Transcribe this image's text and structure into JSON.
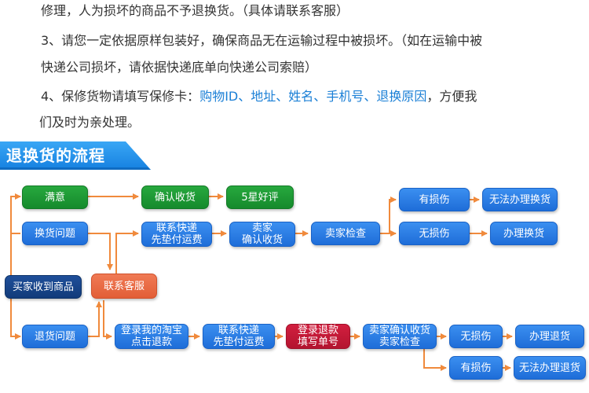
{
  "text": {
    "line1": "修理，人为损坏的商品不予退换货。（具体请联系客服）",
    "line2": "3、请您一定依据原样包装好，确保商品无在运输过程中被损坏。（如在运输中被",
    "line3": "快递公司损坏，请依据快递底单向快递公司索赔）",
    "line4_prefix": "4、保修货物请填写保修卡：",
    "line4_h1": "购物ID",
    "line4_sep1": "、",
    "line4_h2": "地址",
    "line4_sep2": "、",
    "line4_h3": "姓名",
    "line4_sep3": "、",
    "line4_h4": "手机号",
    "line4_sep4": "、",
    "line4_h5": "退换原因",
    "line4_suffix": "，方便我",
    "line5": "们及时为亲处理。"
  },
  "banner": {
    "title": "退换货的流程"
  },
  "nodes": {
    "satisfied": "满意",
    "confirm_receipt": "确认收货",
    "five_star": "5星好评",
    "has_damage_top": "有损伤",
    "cannot_exchange": "无法办理换货",
    "exchange_issue": "换货问题",
    "express_prepay_1": "联系快递\n先垫付运费",
    "seller_confirm": "卖家\n确认收货",
    "seller_inspect": "卖家检查",
    "no_damage_mid": "无损伤",
    "do_exchange": "办理换货",
    "seller_received": "买家收到商品",
    "contact_service": "联系客服",
    "return_issue": "退货问题",
    "login_taobao": "登录我的淘宝\n点击退款",
    "express_prepay_2": "联系快递\n先垫付运费",
    "login_refund": "登录退款\n填写单号",
    "seller_confirm_inspect": "卖家确认收货\n卖家检查",
    "no_damage_bottom": "无损伤",
    "do_return": "办理退货",
    "has_damage_bottom": "有损伤",
    "cannot_return": "无法办理退货"
  },
  "colors": {
    "accent_blue": "#1a7fd6",
    "node_blue": "#2a7fe6",
    "node_green": "#1e9a36",
    "node_navy": "#1a4a8e",
    "node_orange": "#e8693f",
    "node_red": "#c2173a",
    "connector": "#f08a3c"
  }
}
